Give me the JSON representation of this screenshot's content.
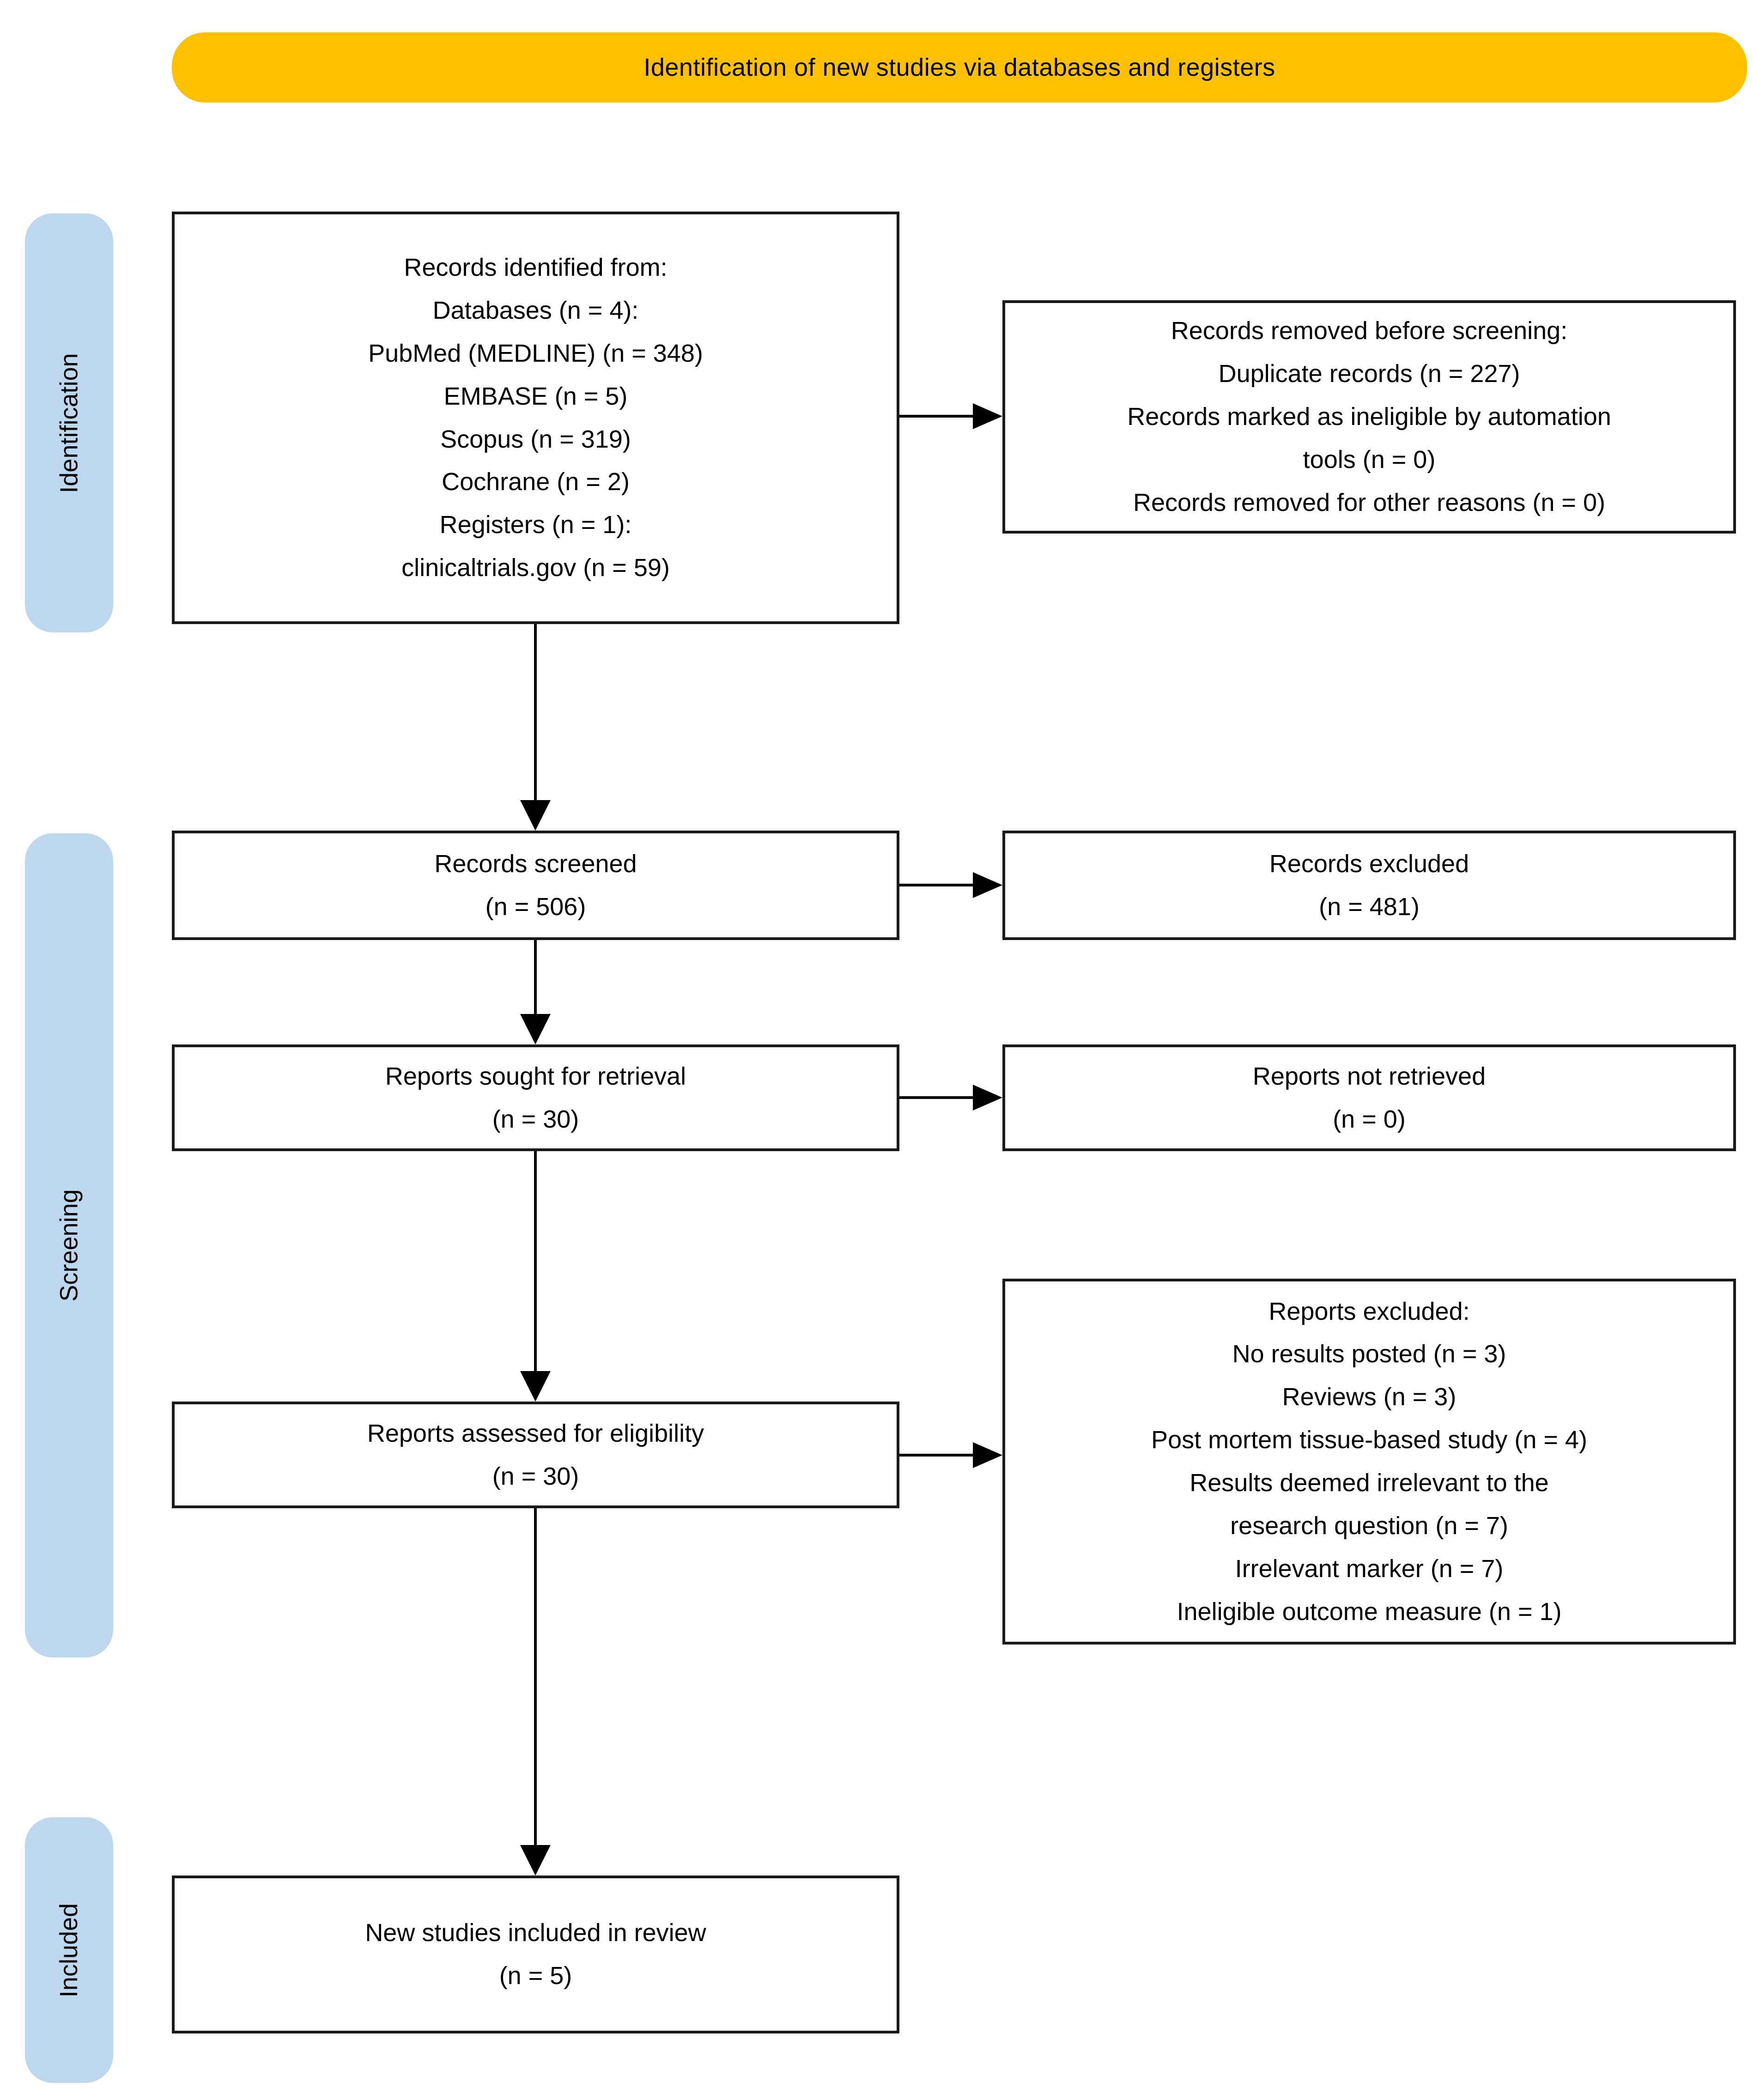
{
  "banner": {
    "title": "Identification of new studies via databases and registers",
    "color": "#FFC000"
  },
  "sidebar": {
    "color": "#BDD7EE",
    "identification": "Identification",
    "screening": "Screening",
    "included": "Included"
  },
  "boxes": {
    "records_identified": "Records identified from:\nDatabases (n = 4):\nPubMed (MEDLINE) (n = 348)\nEMBASE (n = 5)\nScopus (n = 319)\nCochrane (n = 2)\nRegisters (n = 1):\nclinicaltrials.gov (n = 59)",
    "records_removed": "Records removed before screening:\nDuplicate records (n = 227)\nRecords marked as ineligible by automation\ntools (n = 0)\nRecords removed for other reasons (n = 0)",
    "records_screened": "Records screened\n(n = 506)",
    "records_excluded": "Records excluded\n(n = 481)",
    "reports_sought": "Reports sought for retrieval\n(n = 30)",
    "reports_not_retrieved": "Reports not retrieved\n(n = 0)",
    "reports_assessed": "Reports assessed for eligibility\n(n = 30)",
    "reports_excluded": "Reports excluded:\nNo results posted (n = 3)\nReviews (n = 3)\nPost mortem tissue-based study (n = 4)\nResults deemed irrelevant to the\nresearch question (n = 7)\nIrrelevant marker (n = 7)\nIneligible outcome measure (n = 1)",
    "new_studies_included": "New studies included in review\n(n = 5)"
  },
  "styles": {
    "box_border_color": "#1a1a1a",
    "arrow_color": "#000000",
    "background": "#ffffff",
    "text_color": "#000000"
  }
}
